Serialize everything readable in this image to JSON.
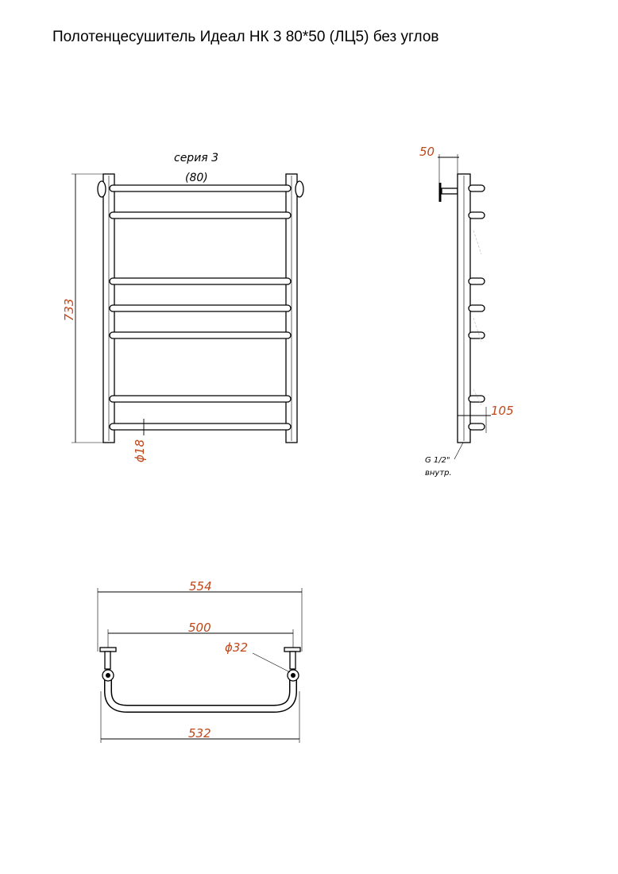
{
  "title": "Полотенцесушитель Идеал НК 3 80*50 (ЛЦ5) без углов",
  "front_view": {
    "series_label": "серия 3",
    "series_sub": "(80)",
    "height_dim": "733",
    "rung_dim": "ϕ18"
  },
  "side_view": {
    "offset_dim": "50",
    "depth_dim": "105",
    "thread_label": "G 1/2\"",
    "thread_sub": "внутр."
  },
  "top_view": {
    "overall_width_dim": "554",
    "center_distance_dim": "500",
    "pipe_dim": "ϕ32",
    "width_dim": "532"
  },
  "colors": {
    "dimension": "#c0471a",
    "outline": "#000000"
  }
}
